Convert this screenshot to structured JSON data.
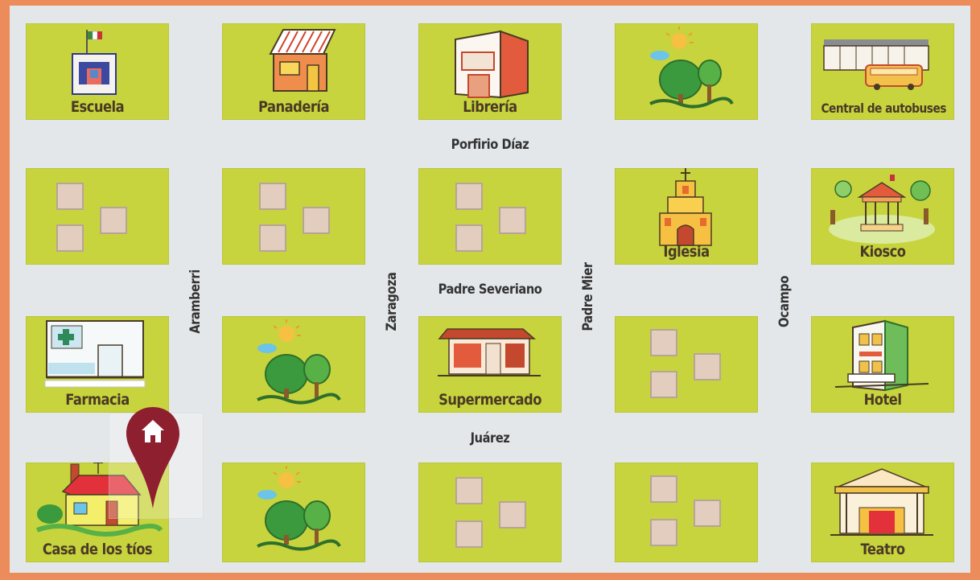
{
  "colors": {
    "border": "#ec8c5b",
    "street": "#e4e7ea",
    "block": "#c8d43e",
    "lot": "#e2cdbf",
    "pin": "#8e1f2f"
  },
  "streets": {
    "porfirio_diaz": "Porfirio Díaz",
    "padre_severiano": "Padre Severiano",
    "juarez": "Juárez",
    "aramberri": "Aramberri",
    "zaragoza": "Zaragoza",
    "padre_mier": "Padre Mier",
    "ocampo": "Ocampo"
  },
  "places": {
    "escuela": "Escuela",
    "panaderia": "Panadería",
    "libreria": "Librería",
    "central": "Central de autobuses",
    "iglesia": "Iglesia",
    "kiosco": "Kiosco",
    "farmacia": "Farmacia",
    "supermercado": "Supermercado",
    "hotel": "Hotel",
    "casa": "Casa de los tíos",
    "teatro": "Teatro"
  },
  "icons": {
    "home_pin": "home-pin-icon",
    "school": "school-icon",
    "bakery": "bakery-icon",
    "bookstore": "bookstore-icon",
    "park": "park-icon",
    "bus": "bus-station-icon",
    "church": "church-icon",
    "kiosk": "kiosk-icon",
    "pharmacy": "pharmacy-icon",
    "supermarket": "supermarket-icon",
    "hotel": "hotel-icon",
    "house": "house-icon",
    "theater": "theater-icon"
  }
}
